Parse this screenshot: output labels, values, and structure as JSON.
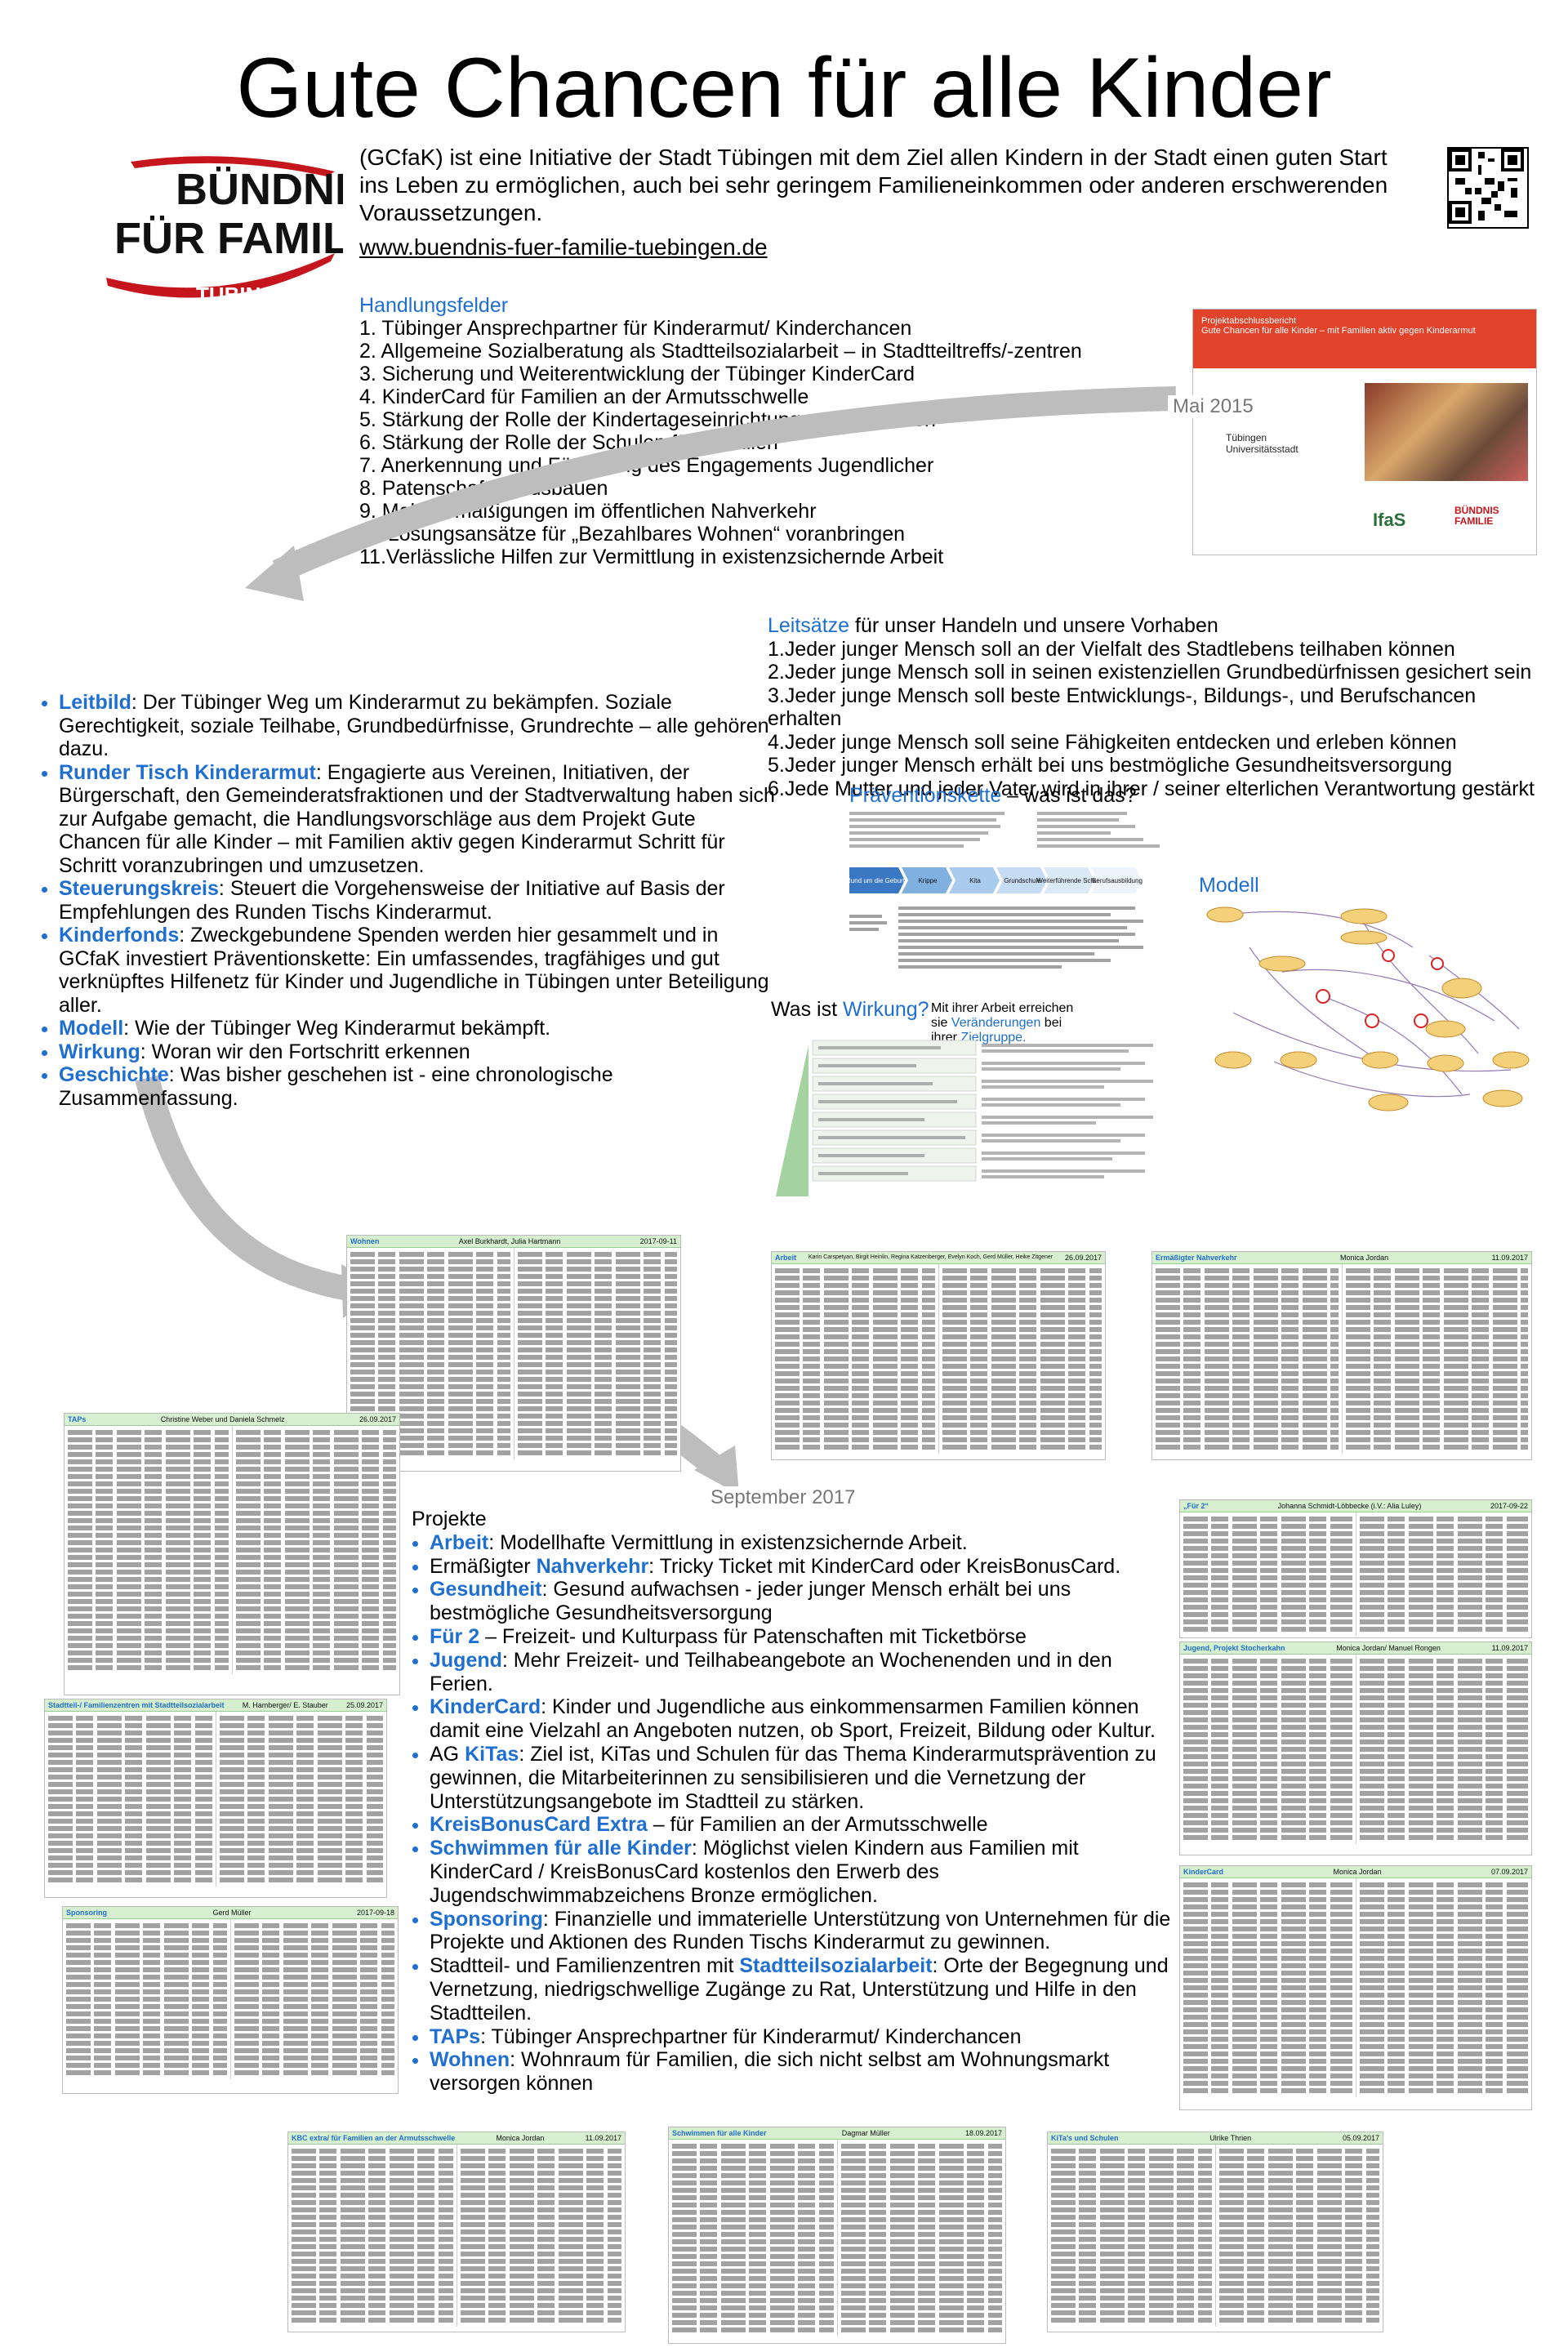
{
  "title": "Gute Chancen für alle Kinder",
  "logo": {
    "line1": "BÜNDNIS",
    "line2": "FÜR FAMILIE",
    "line3": "TÜBINGEN"
  },
  "intro": {
    "text": "(GCfaK) ist eine Initiative der Stadt Tübingen mit dem Ziel allen Kindern in der Stadt einen guten Start ins Leben zu ermöglichen, auch bei sehr geringem Familieneinkommen oder anderen erschwerenden Voraussetzungen.",
    "url": "www.buendnis-fuer-familie-tuebingen.de"
  },
  "handlungsfelder": {
    "title": "Handlungsfelder",
    "items": [
      "1.  Tübinger Ansprechpartner für Kinderarmut/ Kinderchancen",
      "2.  Allgemeine Sozialberatung als Stadtteilsozialarbeit – in Stadtteiltreffs/-zentren",
      "3.  Sicherung und Weiterentwicklung der Tübinger KinderCard",
      "4.  KinderCard für Familien an der Armutsschwelle",
      "5.  Stärkung der Rolle der Kindertageseinrichtungen für Familien",
      "6.  Stärkung der Rolle der Schulen für Familien",
      "7.  Anerkennung und Förderung des Engagements Jugendlicher",
      "8.  Patenschaften ausbauen",
      "9.  Mehr Ermäßigungen im öffentlichen Nahverkehr",
      "10.Lösungsansätze für „Bezahlbares Wohnen“  voranbringen",
      "11.Verlässliche Hilfen zur Vermittlung in existenzsichernde Arbeit"
    ]
  },
  "report": {
    "heading": "Projektabschlussbericht",
    "subtitle": "Gute Chancen für alle Kinder – mit Familien aktiv gegen Kinderarmut",
    "uni": "Tübingen Universitätsstadt",
    "ifas": "IfaS",
    "bf": "BÜNDNIS FAMILIE",
    "date": "Mai 2015"
  },
  "leitsaetze": {
    "title_colored": "Leitsätze",
    "title_rest": " für unser Handeln und unsere Vorhaben",
    "items": [
      "1.Jeder junger Mensch soll an der Vielfalt des Stadtlebens teilhaben können",
      "2.Jeder junge Mensch soll in seinen existenziellen Grundbedürfnissen gesichert sein",
      "3.Jeder junge Mensch soll beste Entwicklungs-, Bildungs-, und Berufschancen erhalten",
      "4.Jeder junge Mensch soll seine Fähigkeiten entdecken und erleben können",
      "5.Jeder junger Mensch erhält bei uns bestmögliche Gesundheitsversorgung",
      "6.Jede Mutter und jeder Vater wird in ihrer / seiner elterlichen Verantwortung gestärkt"
    ]
  },
  "bullets": [
    {
      "label": "Leitbild",
      "text": ": Der Tübinger Weg um Kinderarmut zu bekämpfen. Soziale Gerechtigkeit, soziale Teilhabe, Grundbedürfnisse, Grundrechte – alle gehören dazu."
    },
    {
      "label": "Runder Tisch Kinderarmut",
      "text": ": Engagierte aus Vereinen, Initiativen, der Bürgerschaft, den Gemeinderatsfraktionen und der Stadtverwaltung haben sich zur Aufgabe gemacht, die Handlungsvorschläge aus dem Projekt Gute Chancen für alle Kinder – mit Familien aktiv gegen Kinderarmut Schritt für Schritt voranzubringen und umzusetzen."
    },
    {
      "label": "Steuerungskreis",
      "text": ": Steuert die Vorgehensweise der Initiative auf Basis der Empfehlungen des Runden Tischs Kinderarmut."
    },
    {
      "label": "Kinderfonds",
      "text": ": Zweckgebundene Spenden werden hier gesammelt und in GCfaK investiert Präventionskette: Ein umfassendes, tragfähiges und gut verknüpftes Hilfenetz für Kinder und Jugendliche in Tübingen unter Beteiligung aller."
    },
    {
      "label": "Modell",
      "text": ": Wie der Tübinger Weg Kinderarmut bekämpft."
    },
    {
      "label": "Wirkung",
      "text": ": Woran wir den Fortschritt erkennen"
    },
    {
      "label": "Geschichte",
      "text": ": Was bisher geschehen ist - eine chronologische Zusammenfassung."
    }
  ],
  "praevention": {
    "title_colored": "Präventionskette",
    "title_rest": " – was ist das?",
    "stages": [
      "Rund um die Geburt",
      "Krippe",
      "Kita",
      "Grundschule",
      "Weiterführende Schule",
      "Berufsausbildung"
    ]
  },
  "modell_title": "Modell",
  "wirkung": {
    "title_pre": "Was ist ",
    "title_colored": "Wirkung?",
    "note_l1": "Mit ihrer Arbeit erreichen",
    "note_l2_pre": "sie ",
    "note_l2_colored": "Veränderungen",
    "note_l2_post": " bei",
    "note_l3_pre": "ihrer ",
    "note_l3_colored": "Zielgruppe."
  },
  "september": "September 2017",
  "projekte": {
    "title": "Projekte",
    "items": [
      {
        "label": "Arbeit",
        "text": ": Modellhafte Vermittlung in existenzsichernde Arbeit."
      },
      {
        "pre": "Ermäßigter ",
        "label": "Nahverkehr",
        "text": ": Tricky Ticket mit KinderCard oder KreisBonusCard."
      },
      {
        "label": "Gesundheit",
        "text": ": Gesund aufwachsen - jeder junger Mensch erhält bei uns bestmögliche Gesundheitsversorgung"
      },
      {
        "label": "Für 2",
        "text": " – Freizeit- und Kulturpass für Patenschaften mit Ticketbörse"
      },
      {
        "label": "Jugend",
        "text": ": Mehr Freizeit- und Teilhabeangebote an Wochenenden und in den Ferien."
      },
      {
        "label": "KinderCard",
        "text": ": Kinder und Jugendliche aus einkommensarmen Familien können damit eine Vielzahl an Angeboten nutzen, ob Sport, Freizeit, Bildung oder Kultur."
      },
      {
        "pre": "AG ",
        "label": "KiTas",
        "text": ": Ziel ist, KiTas und Schulen für das Thema Kinderarmutsprävention zu gewinnen, die Mitarbeiterinnen zu sensibilisieren und die Vernetzung der Unterstützungsangebote im Stadtteil zu stärken."
      },
      {
        "label": "KreisBonusCard Extra",
        "text": " – für Familien an der Armutsschwelle"
      },
      {
        "label": "Schwimmen für alle Kinder",
        "text": ": Möglichst vielen Kindern aus Familien mit KinderCard / KreisBonusCard kostenlos den Erwerb des Jugendschwimmabzeichens Bronze ermöglichen."
      },
      {
        "label": "Sponsoring",
        "text": ": Finanzielle und immaterielle Unterstützung von Unternehmen für die Projekte und Aktionen des Runden Tischs Kinderarmut zu gewinnen."
      },
      {
        "pre": "Stadtteil- und Familienzentren mit ",
        "label": "Stadtteilsozialarbeit",
        "text": ": Orte der Begegnung und Vernetzung, niedrigschwellige Zugänge zu Rat, Unterstützung und Hilfe in den Stadtteilen."
      },
      {
        "label": "TAPs",
        "text": ": Tübinger Ansprechpartner für Kinderarmut/ Kinderchancen"
      },
      {
        "label": "Wohnen",
        "text": ": Wohnraum für Familien, die sich nicht selbst am Wohnungsmarkt versorgen können"
      }
    ]
  },
  "cards": [
    {
      "id": "wohnen",
      "title": "Wohnen",
      "people": "Axel Burkhardt, Julia Hartmann",
      "date": "2017-09-11"
    },
    {
      "id": "taps",
      "title": "TAPs",
      "people": "Christine Weber und  Daniela Schmelz",
      "date": "26.09.2017"
    },
    {
      "id": "arbeit",
      "title": "Arbeit",
      "people": "Karin Carspetyan, Birgit Heinlin, Regina Katzenberger, Evelyn Koch, Gerd Müller, Heike Zitgener",
      "date": "26.09.2017"
    },
    {
      "id": "nahverkehr",
      "title": "Ermäßigter Nahverkehr",
      "people": "Monica Jordan",
      "date": "11.09.2017"
    },
    {
      "id": "fuer2",
      "title": "„Für 2“",
      "people": "Johanna Schmidt-Löbbecke (i.V.: Alia Luley)",
      "date": "2017-09-22"
    },
    {
      "id": "stadtteil",
      "title": "Stadtteil-/ Familienzentren mit Stadtteilsozialarbeit",
      "people": "M. Hamberger/ E. Stauber",
      "date": "25.09.2017"
    },
    {
      "id": "jugend",
      "title": "Jugend, Projekt Stocherkahn",
      "people": "Monica Jordan/ Manuel Rongen",
      "date": "11.09.2017"
    },
    {
      "id": "sponsoring",
      "title": "Sponsoring",
      "people": "Gerd Müller",
      "date": "2017-09-18"
    },
    {
      "id": "kindercard",
      "title": "KinderCard",
      "people": "Monica Jordan",
      "date": "07.09.2017"
    },
    {
      "id": "kbc",
      "title": "KBC extra/ für Familien an der Armutsschwelle",
      "people": "Monica Jordan",
      "date": "11.09.2017"
    },
    {
      "id": "schwimmen",
      "title": "Schwimmen für alle Kinder",
      "people": "Dagmar Müller",
      "date": "18.09.2017"
    },
    {
      "id": "kitas",
      "title": "KiTa's und Schulen",
      "people": "Ulrike Thrien",
      "date": "05.09.2017"
    }
  ],
  "colors": {
    "accent": "#1f6fd0",
    "logo_red": "#c4161c",
    "card_header": "#d6efcf",
    "arrow": "#bdbdbd"
  }
}
